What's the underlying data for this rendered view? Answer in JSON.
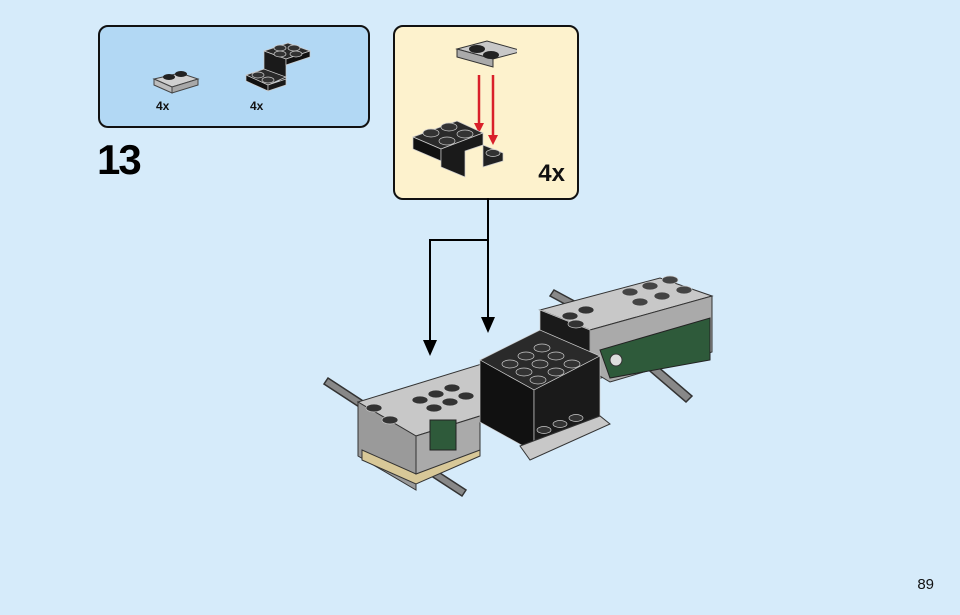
{
  "step": {
    "number": "13"
  },
  "parts_list": [
    {
      "part": "light-gray-plate-1x2-with-rail",
      "quantity": "4x"
    },
    {
      "part": "black-bracket-2x2",
      "quantity": "4x"
    }
  ],
  "sub_assembly": {
    "quantity": "4x",
    "arrow_color": "#d9202a"
  },
  "page": {
    "number": "89"
  },
  "colors": {
    "background": "#d6ebfa",
    "parts_box": "#b2d8f4",
    "sub_box": "#fdf2cd"
  }
}
